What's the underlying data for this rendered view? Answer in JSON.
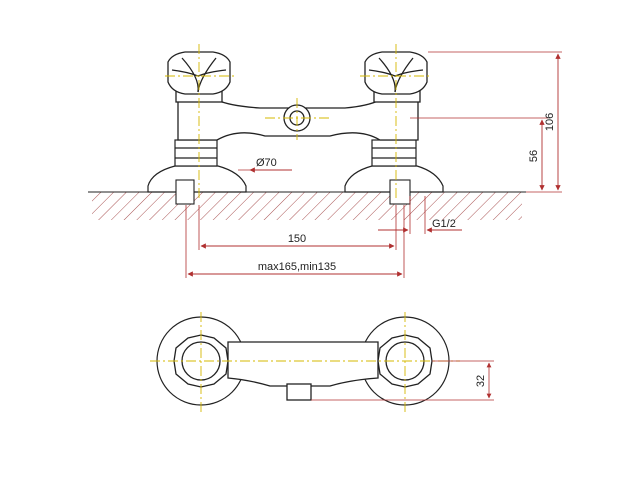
{
  "colors": {
    "outline": "#222222",
    "dimension": "#b03030",
    "centerline": "#d4b800",
    "hatch": "#a04040",
    "background": "#ffffff"
  },
  "dimensions": {
    "height_total": "106",
    "height_inlet": "56",
    "flange_diameter": "Ø70",
    "thread": "G1/2",
    "inlet_spacing": "150",
    "adjust_range": "max165,min135",
    "spout_offset": "32"
  }
}
